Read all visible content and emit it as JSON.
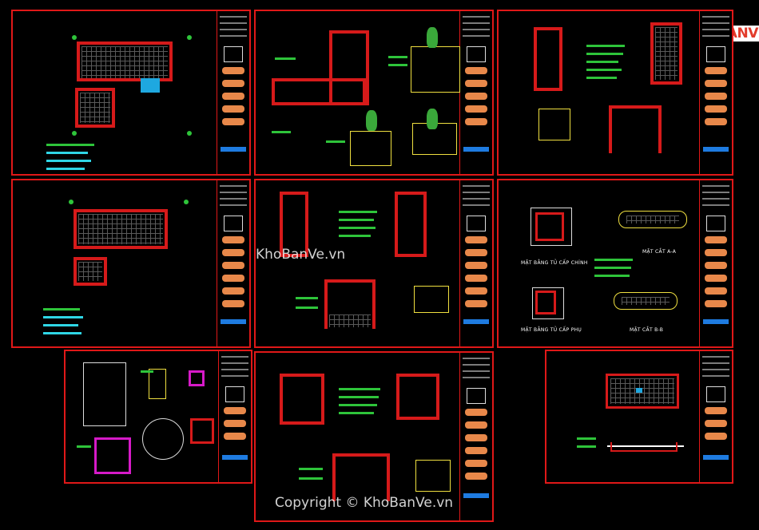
{
  "logo": {
    "text": "KHOBANVE"
  },
  "watermark": {
    "center": "KhoBanVe.vn",
    "bottom": "Copyright © KhoBanVe.vn"
  },
  "labels": {
    "section_aa": "MẶT CẮT A-A",
    "section_bb": "MẶT CẮT B-B",
    "plan_main": "MẶT BẰNG TỦ CẤP CHÍNH",
    "plan_sub": "MẶT BẰNG TỦ CẤP PHỤ"
  },
  "colors": {
    "border": "#e01818",
    "wall": "#d61a1a",
    "text_green": "#2ec43a",
    "text_cyan": "#2fd6e6",
    "brand": "#e23b2b"
  }
}
